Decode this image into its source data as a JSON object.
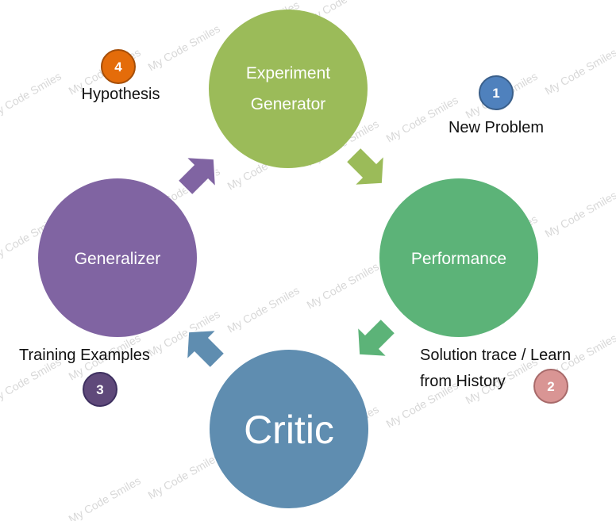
{
  "nodes": {
    "experiment_generator": {
      "label_line1": "Experiment",
      "label_line2": "Generator",
      "color": "#9bbb59"
    },
    "performance": {
      "label": "Performance",
      "color": "#5cb378"
    },
    "critic": {
      "label": "Critic",
      "color": "#5f8db0"
    },
    "generalizer": {
      "label": "Generalizer",
      "color": "#8064a2"
    }
  },
  "arrows": {
    "generator_to_performance": {
      "color": "#9bbb59"
    },
    "performance_to_critic": {
      "color": "#5cb378"
    },
    "critic_to_generalizer": {
      "color": "#5f8db0"
    },
    "generalizer_to_generator": {
      "color": "#8064a2"
    }
  },
  "steps": [
    {
      "number": "1",
      "label": "New Problem",
      "color": "#4f81bd"
    },
    {
      "number": "2",
      "label_line1": "Solution trace / Learn",
      "label_line2": "from History",
      "color": "#d99594"
    },
    {
      "number": "3",
      "label": "Training Examples",
      "color": "#5f497a"
    },
    {
      "number": "4",
      "label": "Hypothesis",
      "color": "#e46c0a"
    }
  ],
  "watermark": {
    "text": "My Code Smiles"
  }
}
